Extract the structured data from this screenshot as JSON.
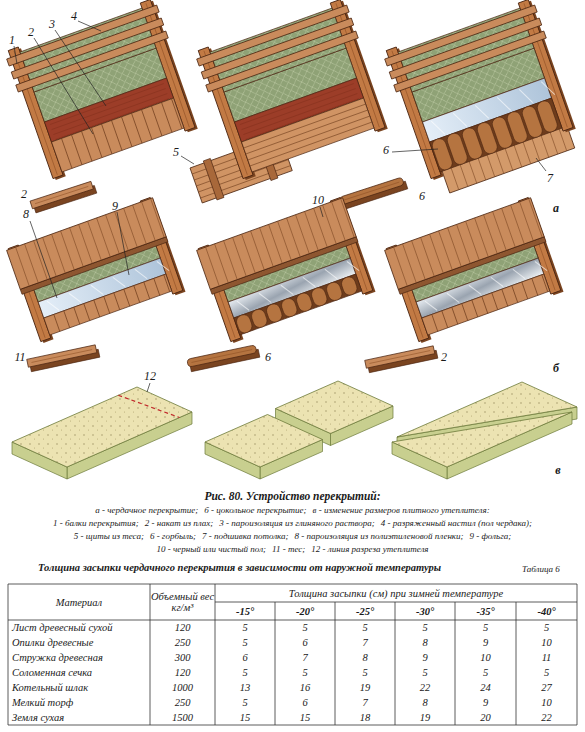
{
  "diagram": {
    "caption": "Рис. 80. Устройство перекрытий:",
    "labels": [
      "1",
      "2",
      "3",
      "4",
      "2",
      "5",
      "6",
      "6",
      "7",
      "а",
      "8",
      "9",
      "10",
      "11",
      "6",
      "2",
      "б",
      "12",
      "в",
      "а - чердачное перекрытие;",
      "б - цокольное перекрытие;",
      "в - изменение размеров плитного утеплителя:",
      "1 - балки перекрытия;",
      "2 - накат из плах;",
      "3 - пароизоляция из глиняного раствора;",
      "4 - разряженный настил (пол чердака);",
      "5 - щиты из теса;",
      "6 - горбыль;",
      "7 - подшивка потолка;",
      "8 - пароизоляция из полиэтиленовой пленки;",
      "9 - фольга;",
      "10 - черный или чистый пол;",
      "11 - тес;",
      "12 - линия разреза утеплителя",
      "Толщина засыпки чердачного перекрытия в зависимости от наружной температуры",
      "Таблица 6",
      "Материал",
      "Объемный вес кг/м³",
      "Толщина засыпки (см) при зимней температуре",
      "-15°",
      "-20°",
      "-25°",
      "-30°",
      "-35°",
      "-40°",
      "Лист древесный сухой",
      "120",
      "5",
      "5",
      "5",
      "5",
      "5",
      "5",
      "Опилки древесные",
      "250",
      "5",
      "6",
      "7",
      "8",
      "9",
      "10",
      "Стружка древесная",
      "300",
      "6",
      "7",
      "8",
      "9",
      "10",
      "11",
      "Соломенная сечка",
      "120",
      "5",
      "5",
      "5",
      "5",
      "5",
      "5",
      "Котельный шлак",
      "1000",
      "13",
      "16",
      "19",
      "22",
      "24",
      "27",
      "Мелкий торф",
      "250",
      "5",
      "6",
      "7",
      "8",
      "9",
      "10",
      "Земля сухая",
      "1500",
      "15",
      "15",
      "18",
      "19",
      "20",
      "22"
    ]
  }
}
